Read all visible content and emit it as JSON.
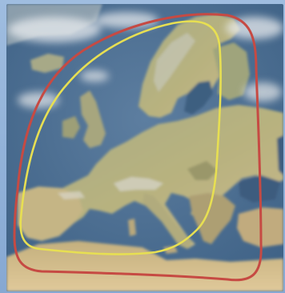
{
  "map": {
    "subject": "satellite-map-europe",
    "overlays": [
      {
        "name": "coverage-outer",
        "color": "#c64a43"
      },
      {
        "name": "coverage-inner",
        "color": "#e7df52"
      }
    ],
    "colors": {
      "sea": "#4b6f94",
      "land": "#b9b383",
      "highlands": "#8f8a5f",
      "snow": "#d9dbd4",
      "frame": "#93b2d8"
    }
  }
}
